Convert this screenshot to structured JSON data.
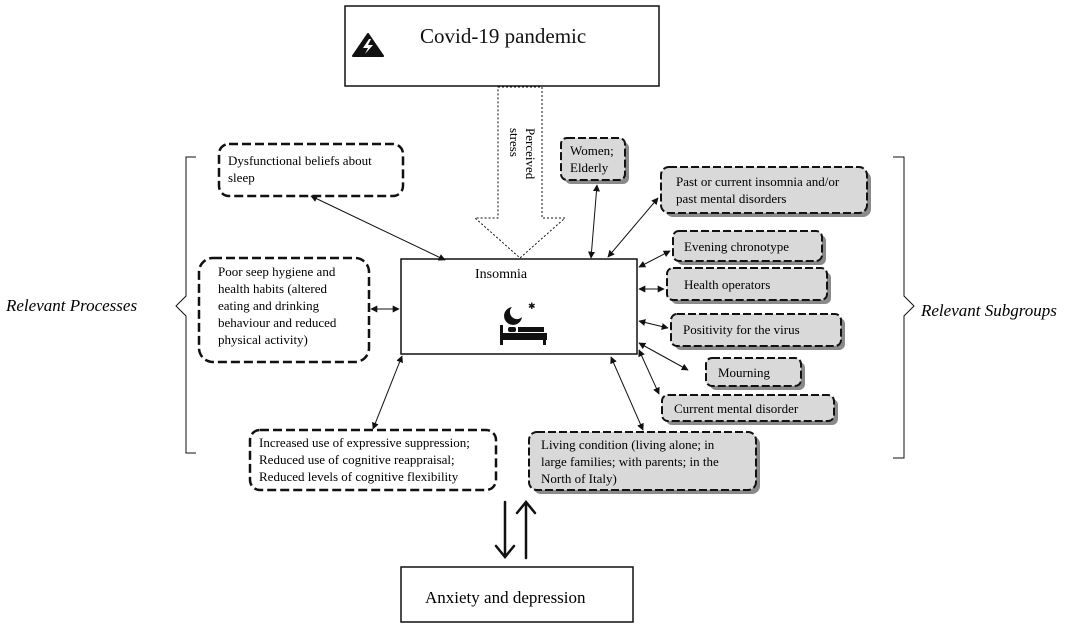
{
  "top": {
    "title": "Covid-19 pandemic",
    "icon": "lightning-bolt-icon"
  },
  "stress_label": [
    "Perceived",
    "stress"
  ],
  "center": {
    "title": "Insomnia",
    "icon": "sleep-bed-moon-icon"
  },
  "bottom": {
    "title": "Anxiety and depression"
  },
  "side_labels": {
    "left": "Relevant Processes",
    "right": "Relevant Subgroups"
  },
  "processes": [
    {
      "lines": [
        "Dysfunctional beliefs about",
        "sleep"
      ]
    },
    {
      "lines": [
        "Poor seep hygiene and",
        "health habits (altered",
        "eating and drinking",
        "behaviour and reduced",
        "physical activity)"
      ]
    },
    {
      "lines": [
        "Increased use of expressive suppression;",
        "Reduced use of cognitive reappraisal;",
        "Reduced levels of cognitive flexibility"
      ]
    }
  ],
  "subgroups": [
    {
      "lines": [
        "Women;",
        "Elderly"
      ]
    },
    {
      "lines": [
        "Past or current insomnia and/or",
        "past mental disorders"
      ]
    },
    {
      "lines": [
        "Evening chronotype"
      ]
    },
    {
      "lines": [
        "Health operators"
      ]
    },
    {
      "lines": [
        "Positivity for the virus"
      ]
    },
    {
      "lines": [
        "Mourning"
      ]
    },
    {
      "lines": [
        "Current mental disorder"
      ]
    },
    {
      "lines": [
        "Living condition (living alone; in",
        "large families; with parents; in the",
        "North of Italy)"
      ]
    }
  ],
  "colors": {
    "subgroup_fill": "#d9d9d9",
    "stroke": "#111111",
    "shadow": "#8a8a8a"
  }
}
